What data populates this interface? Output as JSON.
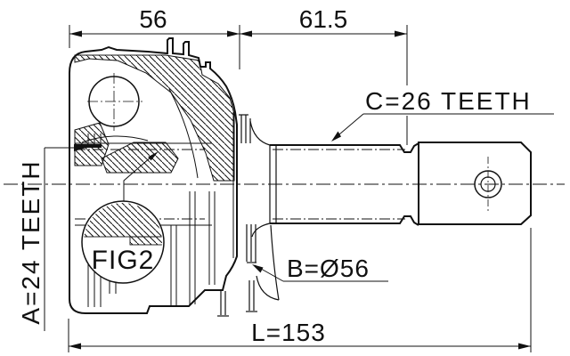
{
  "drawing": {
    "type": "technical-drawing",
    "subject": "outer CV joint cross-section",
    "colors": {
      "line": "#111111",
      "background": "#ffffff"
    },
    "dimensions": {
      "top_left_width": "56",
      "top_right_width": "61.5",
      "overall_length": "L=153"
    },
    "labels": {
      "outer_spline": "C=26 TEETH",
      "inner_spline": "A=24 TEETH",
      "figure_ref": "FIG2",
      "body_diameter": "B=Ø56"
    }
  }
}
